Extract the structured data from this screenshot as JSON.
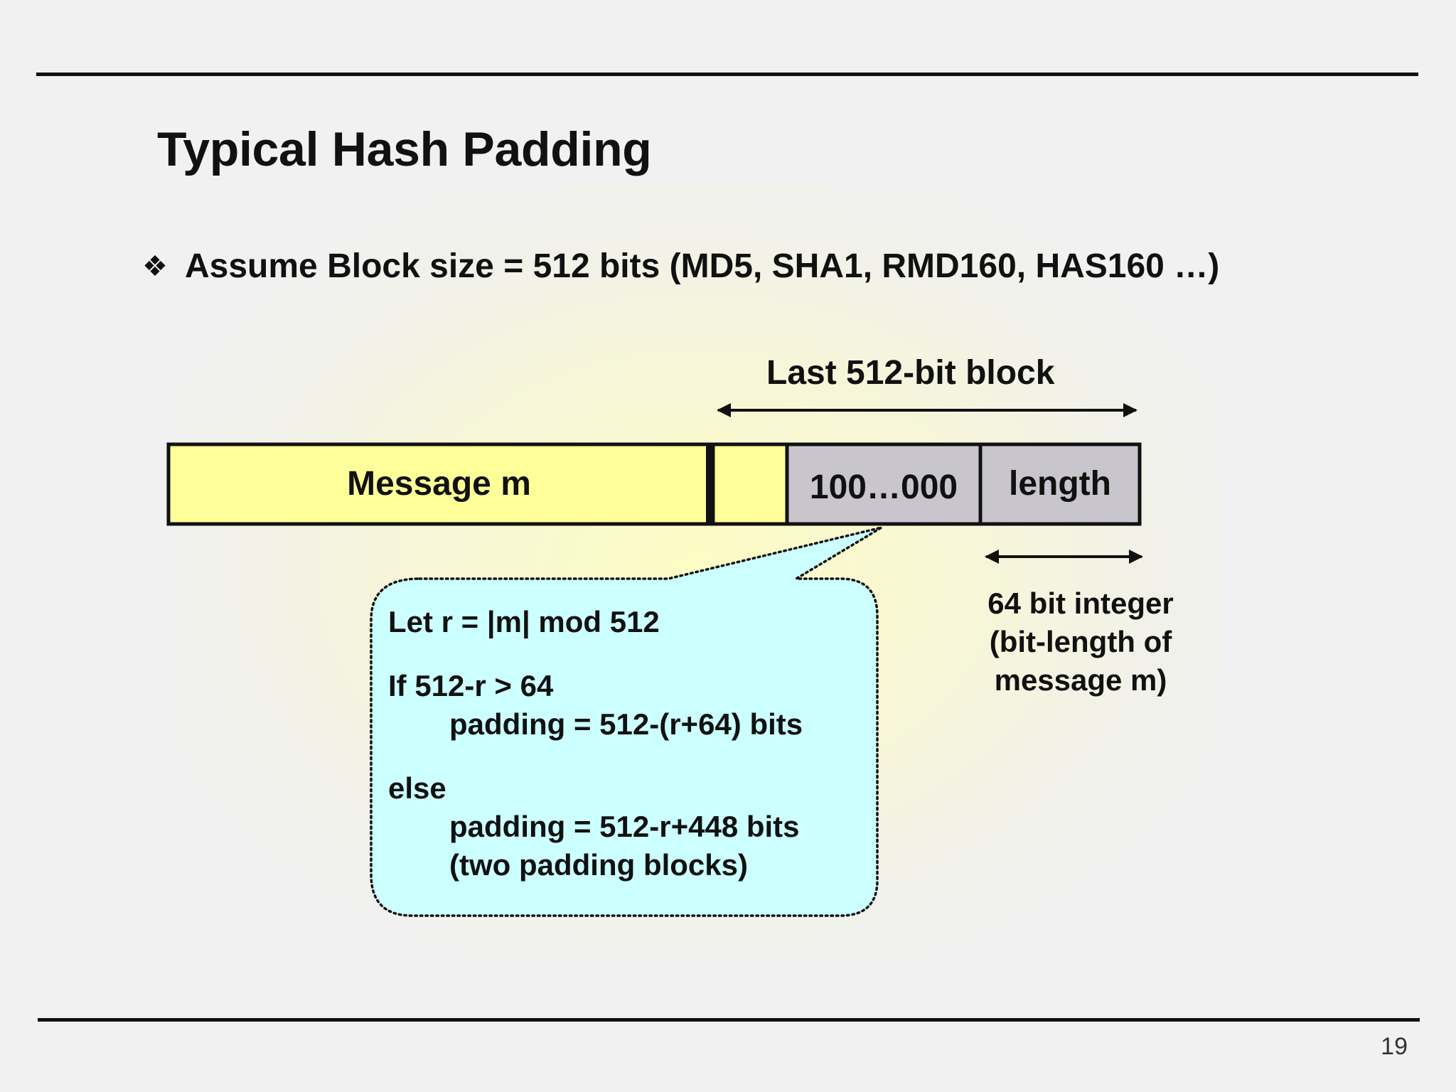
{
  "slide": {
    "title": "Typical Hash Padding",
    "bullet_icon": "❖",
    "bullet": "Assume Block size = 512 bits (MD5, SHA1, RMD160, HAS160 …)",
    "page_number": "19"
  },
  "diagram": {
    "last_block_label": "Last 512-bit block",
    "message_label": "Message m",
    "padding_label": "100…000",
    "length_label": "length",
    "length_note": [
      "64 bit integer",
      "(bit-length of",
      "message m)"
    ],
    "callout": {
      "line1": "Let r = |m| mod 512",
      "line2": "If 512-r > 64",
      "line3": "padding = 512-(r+64) bits",
      "line4": "else",
      "line5": "padding = 512-r+448 bits",
      "line6": "(two padding blocks)"
    },
    "colors": {
      "message_fill": "#ffff99",
      "padding_fill": "#c8c6cc",
      "callout_fill": "#ccffff"
    }
  }
}
